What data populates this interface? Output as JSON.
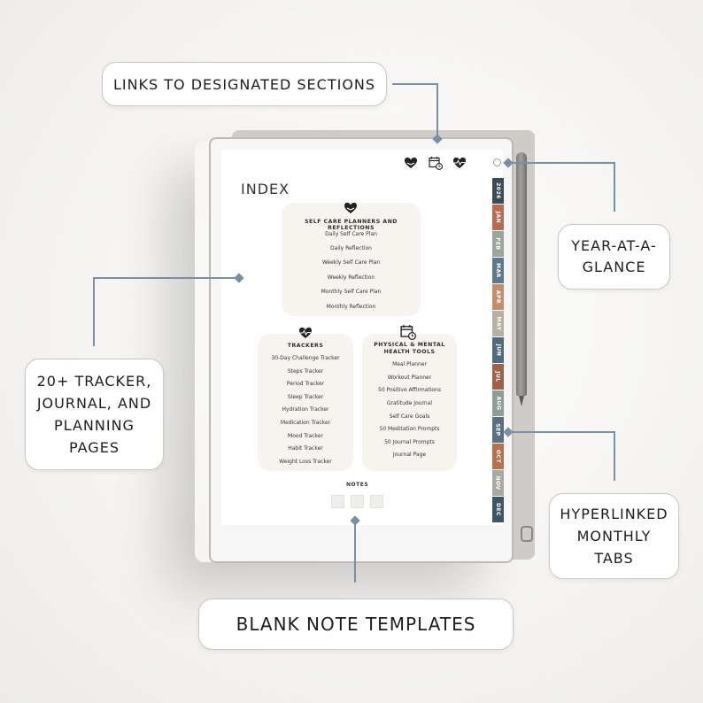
{
  "callouts": {
    "links": "LINKS TO DESIGNATED SECTIONS",
    "year": [
      "YEAR-AT-A-",
      "GLANCE"
    ],
    "trackers": [
      "20+ TRACKER,",
      "JOURNAL, AND",
      "PLANNING",
      "PAGES"
    ],
    "tabs": [
      "HYPERLINKED",
      "MONTHLY",
      "TABS"
    ],
    "notes": "BLANK NOTE TEMPLATES"
  },
  "colors": {
    "connector": "#7a8fa3",
    "card_bg": "#f7f4f0",
    "tab_colors": [
      "#3b4a55",
      "#b86b52",
      "#9aa59c",
      "#5d7a8c",
      "#c48e6e",
      "#b8b0a0",
      "#4f6b7c",
      "#a0614b",
      "#8e9e95",
      "#5b6f82",
      "#b6714f",
      "#a9a9a2",
      "#3f5563"
    ]
  },
  "page": {
    "title": "INDEX",
    "top_icons": [
      "heart-hands-icon",
      "calendar-clock-icon",
      "heart-pulse-icon"
    ],
    "self_care": {
      "title": "SELF CARE PLANNERS AND REFLECTIONS",
      "icon": "heart-hands-icon",
      "items": [
        "Daily Self Care Plan",
        "Daily Reflection",
        "Weekly Self Care Plan",
        "Weekly Reflection",
        "Monthly Self Care Plan",
        "Monthly Reflection"
      ]
    },
    "trackers": {
      "title": "TRACKERS",
      "icon": "heart-pulse-icon",
      "items": [
        "30-Day Challenge Tracker",
        "Steps Tracker",
        "Period Tracker",
        "Sleep Tracker",
        "Hydration Tracker",
        "Medication Tracker",
        "Mood Tracker",
        "Habit Tracker",
        "Weight Loss Tracker"
      ]
    },
    "health": {
      "title": [
        "PHYSICAL & MENTAL",
        "HEALTH TOOLS"
      ],
      "icon": "calendar-clock-icon",
      "items": [
        "Meal Planner",
        "Workout Planner",
        "50 Positive Affirmations",
        "Gratitude Journal",
        "Self Care Goals",
        "50 Meditation Prompts",
        "50 Journal Prompts",
        "Journal Page"
      ]
    },
    "notes_label": "NOTES",
    "tabs": [
      "2026",
      "JAN",
      "FEB",
      "MAR",
      "APR",
      "MAY",
      "JUN",
      "JUL",
      "AUG",
      "SEP",
      "OCT",
      "NOV",
      "DEC"
    ]
  }
}
